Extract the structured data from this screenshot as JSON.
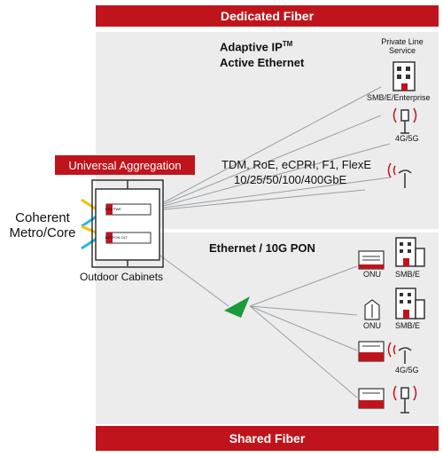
{
  "top_band": "Dedicated Fiber",
  "bottom_band": "Shared Fiber",
  "adaptive_title_1": "Adaptive IP",
  "adaptive_tm": "TM",
  "adaptive_title_2": "Active Ethernet",
  "private_line_1": "Private Line",
  "private_line_2": "Service",
  "smb_enterprise": "SMB/E/Enterprise",
  "label_4g5g_top": "4G/5G",
  "protocols_1": "TDM, RoE, eCPRI, F1, FlexE",
  "protocols_2": "10/25/50/100/400GbE",
  "universal_aggregation": "Universal Aggregation",
  "coherent_1": "Coherent",
  "coherent_2": "Metro/Core",
  "outdoor_cabinets": "Outdoor Cabinets",
  "cabinet_card_top": "TDM PWE",
  "cabinet_card_bottom": "10G PON OLT",
  "ethernet_pon": "Ethernet / 10G PON",
  "onu_1": "ONU",
  "smbe_1": "SMB/E",
  "onu_2": "ONU",
  "smbe_2": "SMB/E",
  "label_4g5g_bottom": "4G/5G",
  "colors": {
    "brand_red": "#c0141c",
    "panel_gray": "#ececec",
    "splitter_green": "#1a9a3a"
  }
}
